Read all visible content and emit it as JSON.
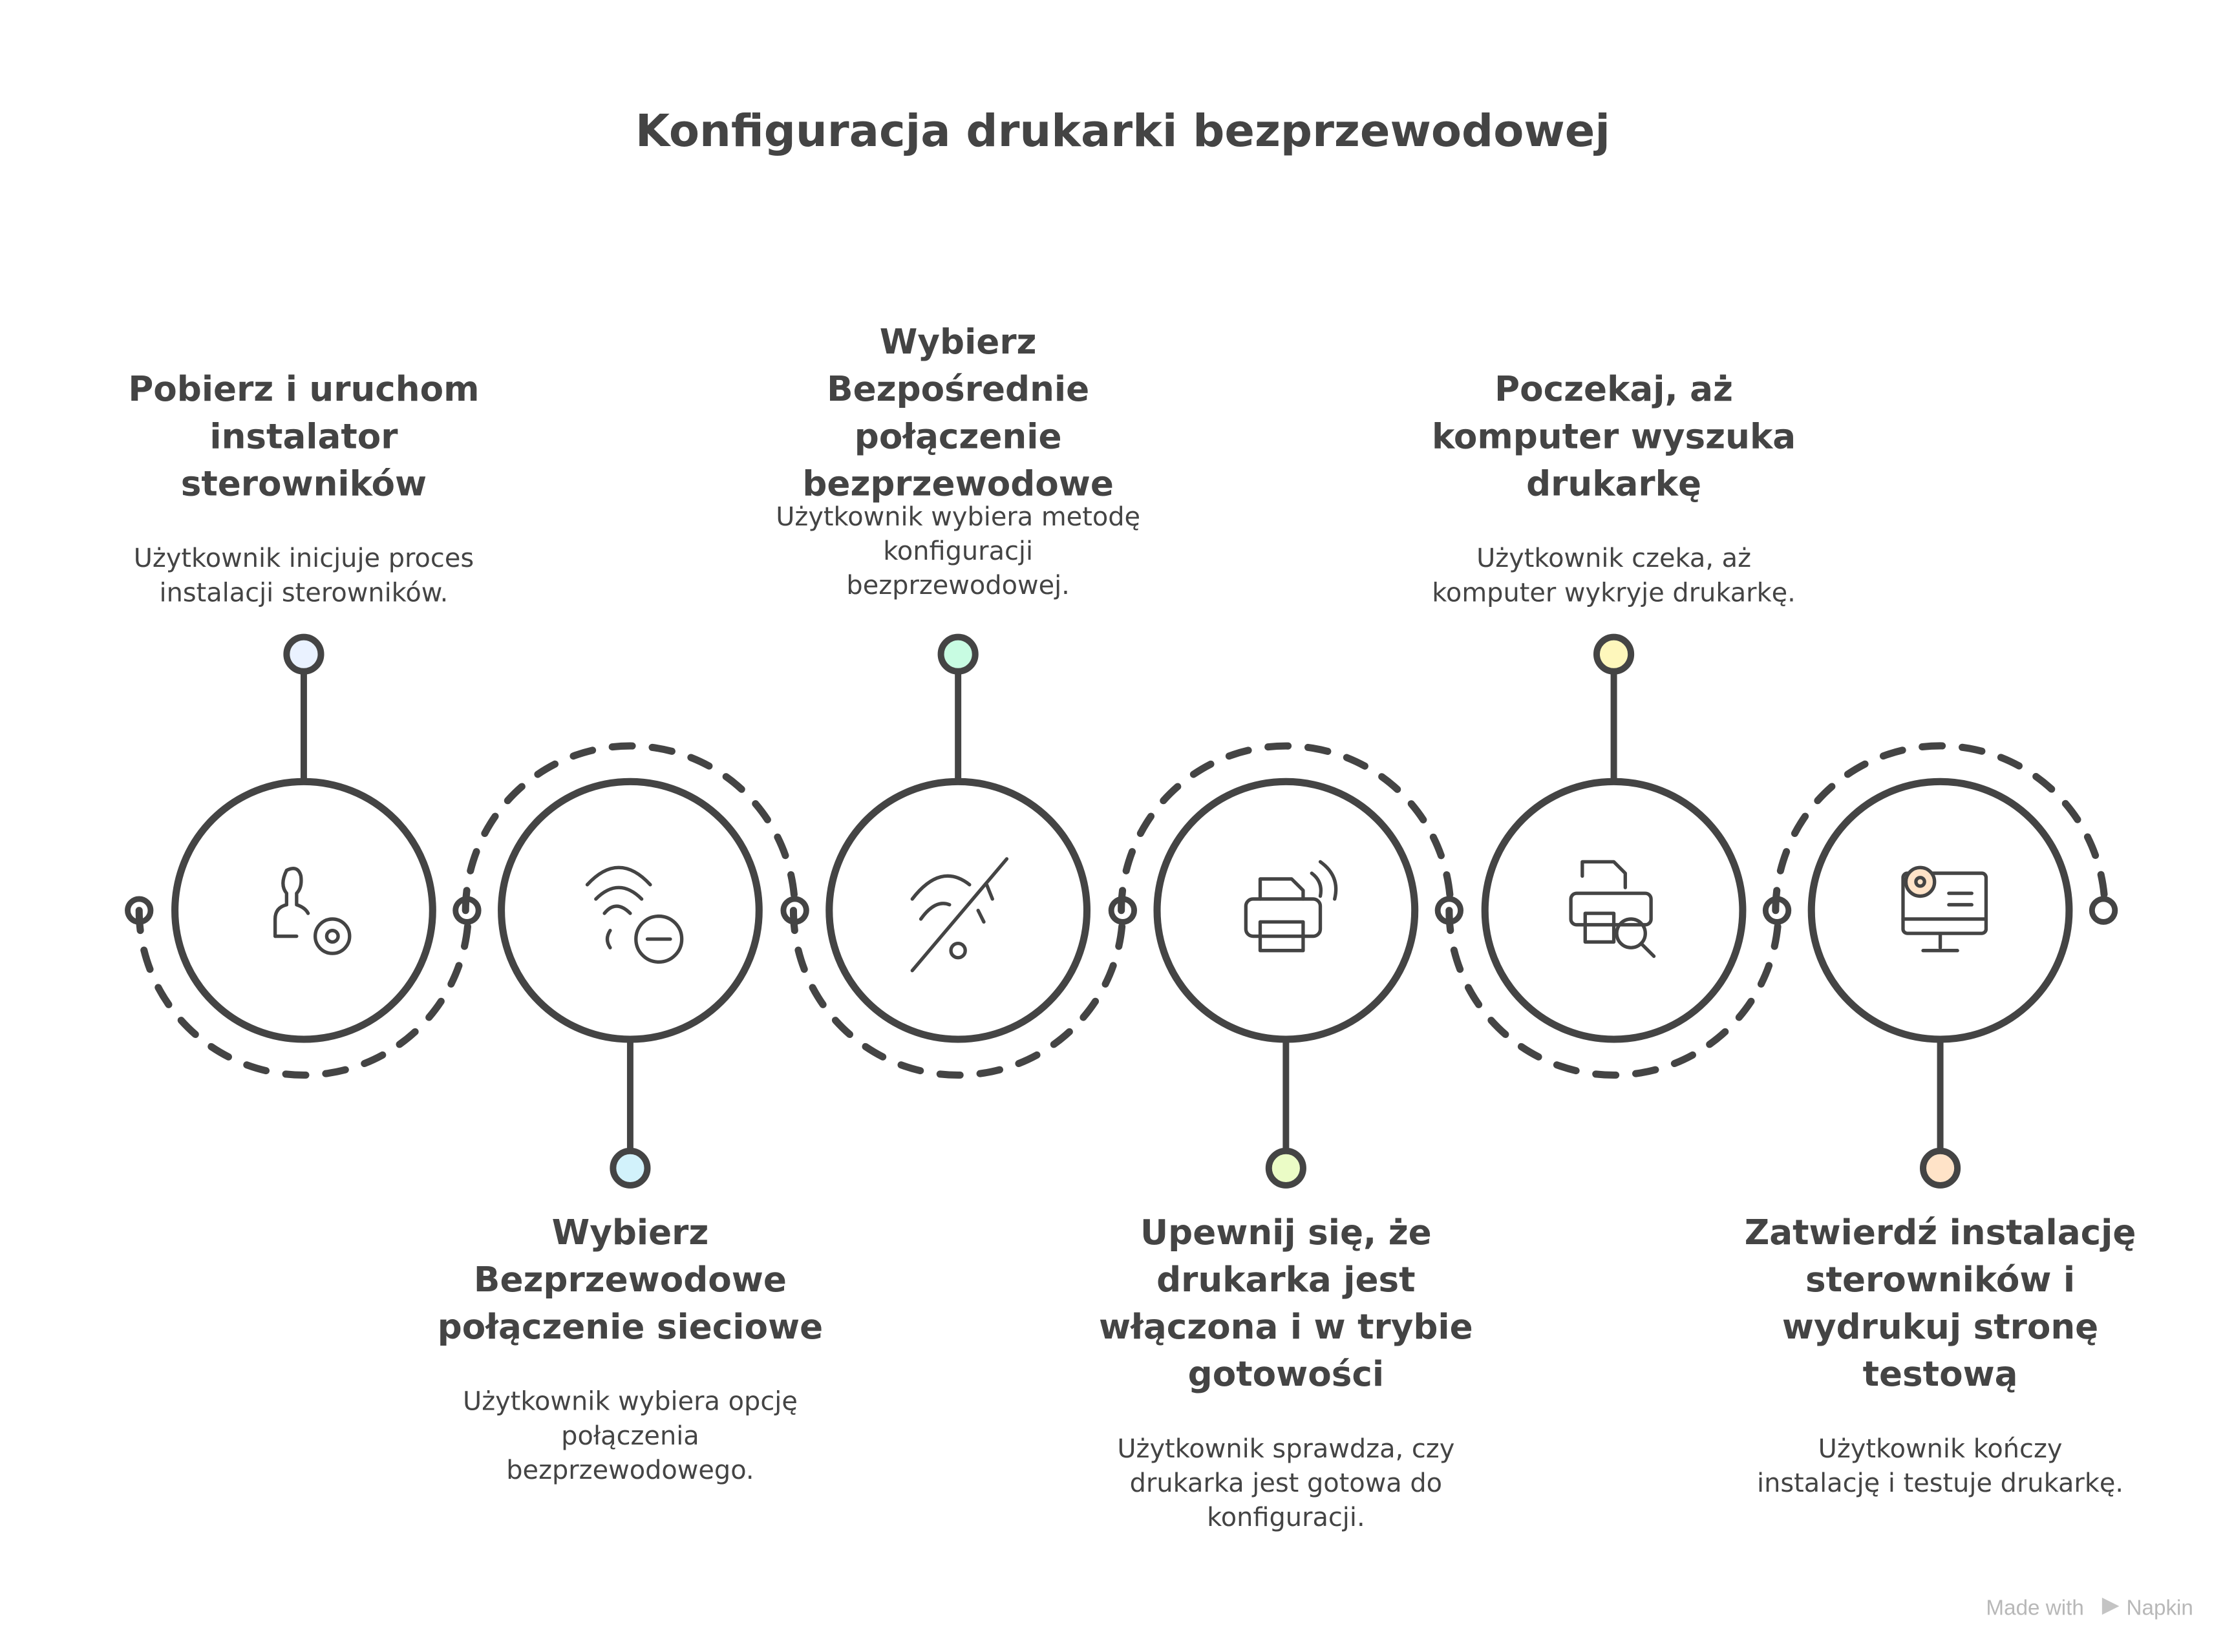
{
  "title": "Konfiguracja drukarki bezprzewodowej",
  "steps": [
    {
      "title": [
        "Pobierz i uruchom",
        "instalator",
        "sterowników"
      ],
      "desc": [
        "Użytkownik inicjuje proces",
        "instalacji sterowników."
      ],
      "icon": "user-gear-icon",
      "color": "#EAF2FF"
    },
    {
      "title": [
        "Wybierz",
        "Bezprzewodowe",
        "połączenie sieciowe"
      ],
      "desc": [
        "Użytkownik wybiera opcję",
        "połączenia",
        "bezprzewodowego."
      ],
      "icon": "wifi-minus-icon",
      "color": "#D2F2FB"
    },
    {
      "title": [
        "Wybierz",
        "Bezpośrednie",
        "połączenie",
        "bezprzewodowe"
      ],
      "desc": [
        "Użytkownik wybiera metodę",
        "konfiguracji",
        "bezprzewodowej."
      ],
      "icon": "wifi-off-icon",
      "color": "#C8FCE2"
    },
    {
      "title": [
        "Upewnij się, że",
        "drukarka jest",
        "włączona i w trybie",
        "gotowości"
      ],
      "desc": [
        "Użytkownik sprawdza, czy",
        "drukarka jest gotowa do",
        "konfiguracji."
      ],
      "icon": "wireless-printer-icon",
      "color": "#EBFCC6"
    },
    {
      "title": [
        "Poczekaj, aż",
        "komputer wyszuka",
        "drukarkę"
      ],
      "desc": [
        "Użytkownik czeka, aż",
        "komputer wykryje drukarkę."
      ],
      "icon": "printer-search-icon",
      "color": "#FEF7BC"
    },
    {
      "title": [
        "Zatwierdź instalację",
        "sterowników i",
        "wydrukuj stronę",
        "testową"
      ],
      "desc": [
        "Użytkownik kończy",
        "instalację i testuje drukarkę."
      ],
      "icon": "gear-monitor-icon",
      "color": "#FFE3C8"
    }
  ],
  "watermark": {
    "made_with": "Made with",
    "brand": "Napkin"
  }
}
